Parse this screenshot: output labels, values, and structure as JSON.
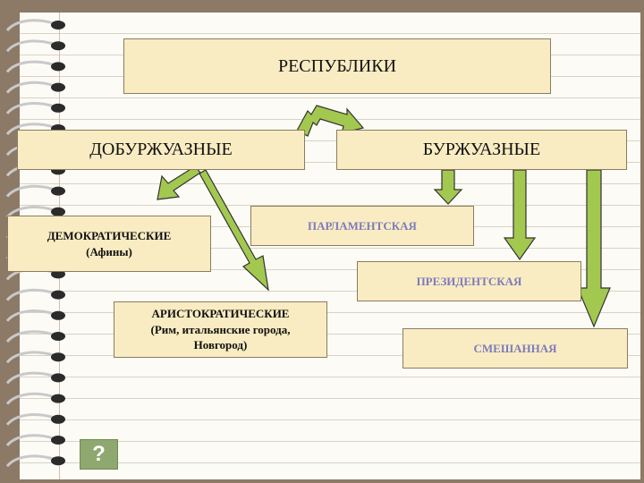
{
  "diagram": {
    "title": "РЕСПУБЛИКИ",
    "pre_bourgeois": "ДОБУРЖУАЗНЫЕ",
    "bourgeois": "БУРЖУАЗНЫЕ",
    "democratic": {
      "label": "ДЕМОКРАТИЧЕСКИЕ",
      "example": "(Афины)"
    },
    "aristocratic": {
      "label": "АРИСТОКРАТИЧЕСКИЕ",
      "example_line1": "(Рим, итальянские города,",
      "example_line2": "Новгород)"
    },
    "parliamentary": "ПАРЛАМЕНТСКАЯ",
    "presidential": "ПРЕЗИДЕНТСКАЯ",
    "mixed": "СМЕШАННАЯ"
  },
  "help_button": {
    "label": "?"
  },
  "colors": {
    "box_fill": "#faecc2",
    "arrow_fill": "#a3c84f",
    "link_text": "#7d7bbd",
    "button": "#8fa870"
  }
}
